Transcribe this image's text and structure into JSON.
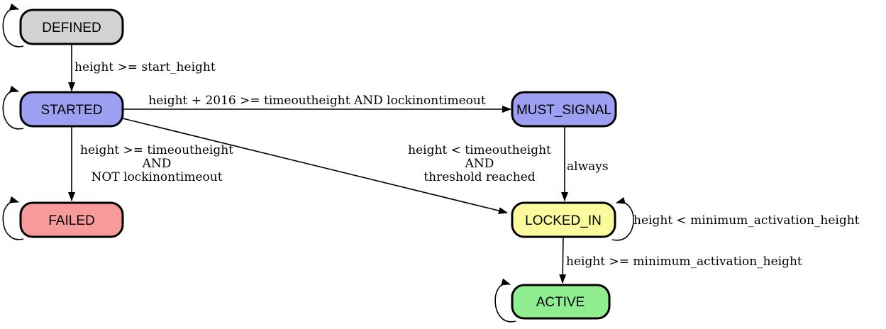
{
  "diagram": {
    "type": "state-machine",
    "background": "#ffffff",
    "edge_color": "#000000",
    "node_border_color": "#000000",
    "nodes": [
      {
        "id": "DEFINED",
        "label": "DEFINED",
        "fill": "#d2d2d2"
      },
      {
        "id": "STARTED",
        "label": "STARTED",
        "fill": "#9da0f2"
      },
      {
        "id": "MUST_SIGNAL",
        "label": "MUST_SIGNAL",
        "fill": "#9da0f2"
      },
      {
        "id": "FAILED",
        "label": "FAILED",
        "fill": "#f89a9a"
      },
      {
        "id": "LOCKED_IN",
        "label": "LOCKED_IN",
        "fill": "#fbfb9e"
      },
      {
        "id": "ACTIVE",
        "label": "ACTIVE",
        "fill": "#90ee90"
      }
    ],
    "edges": [
      {
        "from": "DEFINED",
        "to": "STARTED",
        "label": "height >= start_height"
      },
      {
        "from": "STARTED",
        "to": "MUST_SIGNAL",
        "label": "height + 2016 >= timeoutheight AND lockinontimeout"
      },
      {
        "from": "STARTED",
        "to": "FAILED",
        "label_lines": [
          "height >= timeoutheight",
          "AND",
          "NOT lockinontimeout"
        ]
      },
      {
        "from": "STARTED",
        "to": "LOCKED_IN",
        "label_lines": [
          "height < timeoutheight",
          "AND",
          "threshold reached"
        ]
      },
      {
        "from": "MUST_SIGNAL",
        "to": "LOCKED_IN",
        "label": "always"
      },
      {
        "from": "LOCKED_IN",
        "to": "ACTIVE",
        "label": "height >= minimum_activation_height"
      }
    ],
    "self_loops": [
      {
        "on": "DEFINED",
        "label": ""
      },
      {
        "on": "STARTED",
        "label": ""
      },
      {
        "on": "FAILED",
        "label": ""
      },
      {
        "on": "LOCKED_IN",
        "label": "height < minimum_activation_height"
      },
      {
        "on": "ACTIVE",
        "label": ""
      }
    ]
  }
}
